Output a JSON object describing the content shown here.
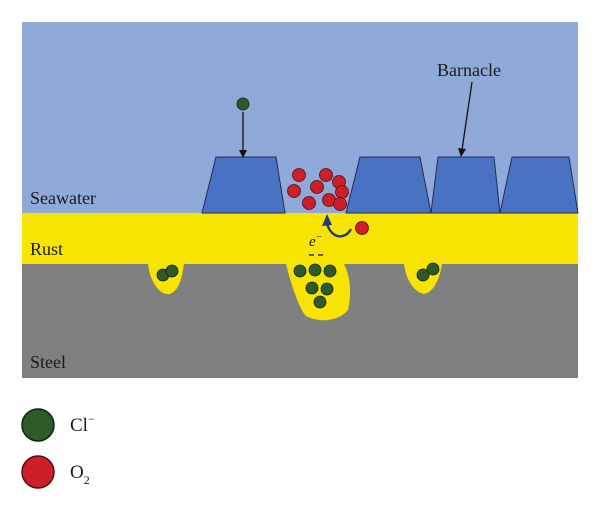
{
  "labels": {
    "seawater": "Seawater",
    "rust": "Rust",
    "steel": "Steel",
    "barnacle": "Barnacle",
    "electron": "e",
    "electron_sup": "−"
  },
  "legend": [
    {
      "symbol": "Cl",
      "sup": "−",
      "sub": "",
      "color": "#2e5a2a"
    },
    {
      "symbol": "O",
      "sup": "",
      "sub": "2",
      "color": "#cc1f2a"
    }
  ],
  "colors": {
    "seawater": "#8fa9d9",
    "rust": "#f7e400",
    "steel": "#808080",
    "barnacle": "#4a72c2",
    "chloride": "#2e5a2a",
    "oxygen": "#cc1f2a",
    "arrow": "#1f3d6b"
  }
}
